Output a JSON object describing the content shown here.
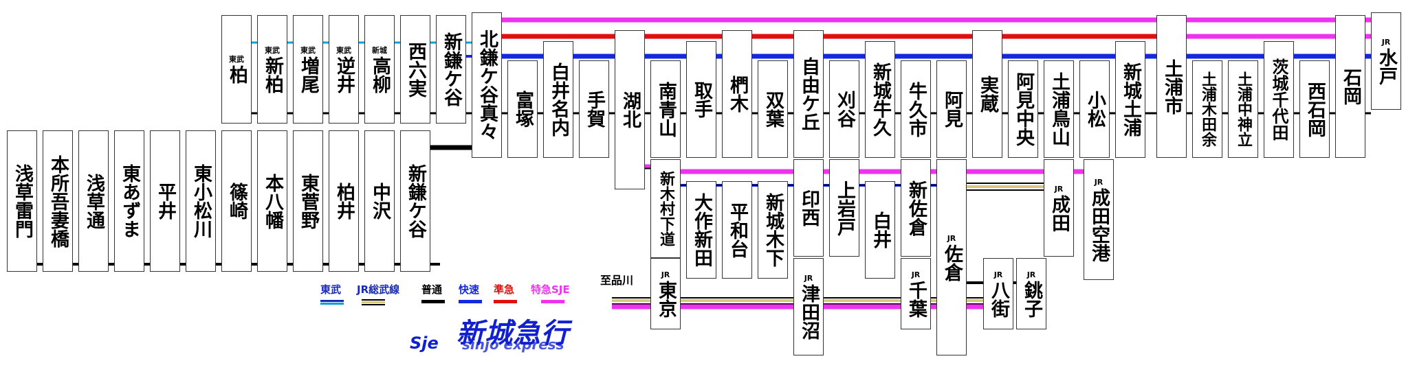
{
  "colors": {
    "tobu": "#0aa0d8",
    "jr_sobu": "#d8c878",
    "local": "#000000",
    "rapid": "#1428e0",
    "semi_express": "#e01010",
    "ltd_express": "#ee33ee"
  },
  "stations": [
    {
      "id": "kashiwa",
      "prefix": "東武",
      "name": "柏"
    },
    {
      "id": "shin-kashiwa",
      "prefix": "東武",
      "name": "新柏"
    },
    {
      "id": "masuo",
      "prefix": "東武",
      "name": "増尾"
    },
    {
      "id": "sakasai",
      "prefix": "東武",
      "name": "逆井"
    },
    {
      "id": "takayanagi",
      "prefix": "新城",
      "name": "高柳"
    },
    {
      "id": "nishi-mukuro",
      "prefix": "",
      "name": "西六実"
    },
    {
      "id": "shin-kamagaya-top",
      "prefix": "",
      "name": "新鎌ケ谷"
    },
    {
      "id": "kita-kamagaya-mama",
      "prefix": "",
      "name": "北鎌ケ谷真々"
    },
    {
      "id": "tomizuka",
      "prefix": "",
      "name": "富塚"
    },
    {
      "id": "shiroi-nanai",
      "prefix": "",
      "name": "白井名内"
    },
    {
      "id": "tega",
      "prefix": "",
      "name": "手賀"
    },
    {
      "id": "kohoku",
      "prefix": "",
      "name": "湖北"
    },
    {
      "id": "minami-aoyama",
      "prefix": "",
      "name": "南青山"
    },
    {
      "id": "toride",
      "prefix": "",
      "name": "取手"
    },
    {
      "id": "kazaki",
      "prefix": "",
      "name": "椚木"
    },
    {
      "id": "futaba",
      "prefix": "",
      "name": "双葉"
    },
    {
      "id": "jiyugaoka",
      "prefix": "",
      "name": "自由ケ丘"
    },
    {
      "id": "kariya",
      "prefix": "",
      "name": "刈谷"
    },
    {
      "id": "shinjo-ushiku",
      "prefix": "",
      "name": "新城牛久"
    },
    {
      "id": "ushikushi",
      "prefix": "",
      "name": "牛久市"
    },
    {
      "id": "ami",
      "prefix": "",
      "name": "阿見"
    },
    {
      "id": "sanekazura",
      "prefix": "",
      "name": "実蔵"
    },
    {
      "id": "ami-chuo",
      "prefix": "",
      "name": "阿見中央"
    },
    {
      "id": "tsuchiura-torishima",
      "prefix": "",
      "name": "土浦鳥山"
    },
    {
      "id": "komatsu",
      "prefix": "",
      "name": "小松"
    },
    {
      "id": "shinjo-tsuchiura",
      "prefix": "",
      "name": "新城土浦"
    },
    {
      "id": "tsuchiurashi",
      "prefix": "",
      "name": "土浦市"
    },
    {
      "id": "tsuchiura-kidayo",
      "prefix": "",
      "name": "土浦木田余"
    },
    {
      "id": "tsuchiura-nakagami",
      "prefix": "",
      "name": "土浦中神立"
    },
    {
      "id": "ibaraki-chiyoda",
      "prefix": "",
      "name": "茨城千代田"
    },
    {
      "id": "nishi-ishioka",
      "prefix": "",
      "name": "西石岡"
    },
    {
      "id": "ishioka",
      "prefix": "",
      "name": "石岡"
    },
    {
      "id": "mito",
      "prefix": "JR",
      "name": "水戸"
    },
    {
      "id": "asakusa-kaminarimon",
      "prefix": "",
      "name": "浅草雷門"
    },
    {
      "id": "honjo-azumabashi",
      "prefix": "",
      "name": "本所吾妻橋"
    },
    {
      "id": "asakusa-dori",
      "prefix": "",
      "name": "浅草通"
    },
    {
      "id": "higashi-azuma",
      "prefix": "",
      "name": "東あずま"
    },
    {
      "id": "hirai",
      "prefix": "",
      "name": "平井"
    },
    {
      "id": "higashi-komatsugawa",
      "prefix": "",
      "name": "東小松川"
    },
    {
      "id": "shinozaki",
      "prefix": "",
      "name": "篠崎"
    },
    {
      "id": "motoyawata",
      "prefix": "",
      "name": "本八幡"
    },
    {
      "id": "higashi-sugano",
      "prefix": "",
      "name": "東菅野"
    },
    {
      "id": "kashiwai",
      "prefix": "",
      "name": "柏井"
    },
    {
      "id": "nakazawa",
      "prefix": "",
      "name": "中沢"
    },
    {
      "id": "shin-kamagaya-bottom",
      "prefix": "",
      "name": "新鎌ケ谷"
    },
    {
      "id": "shin-kimura-shimomichi",
      "prefix": "",
      "name": "新木村下道"
    },
    {
      "id": "osaku-shinden",
      "prefix": "",
      "name": "大作新田"
    },
    {
      "id": "heiwadai",
      "prefix": "",
      "name": "平和台"
    },
    {
      "id": "shinjo-kinoshita",
      "prefix": "",
      "name": "新城木下"
    },
    {
      "id": "inzai",
      "prefix": "",
      "name": "印西"
    },
    {
      "id": "kamiiwato",
      "prefix": "",
      "name": "上岩戸"
    },
    {
      "id": "shiroi",
      "prefix": "",
      "name": "白井"
    },
    {
      "id": "shin-sakura",
      "prefix": "",
      "name": "新佐倉"
    },
    {
      "id": "jr-sakura",
      "prefix": "JR",
      "name": "佐倉"
    },
    {
      "id": "jr-narita",
      "prefix": "JR",
      "name": "成田"
    },
    {
      "id": "narita-airport",
      "prefix": "JR",
      "name": "成田空港"
    },
    {
      "id": "jr-tokyo",
      "prefix": "JR",
      "name": "東京"
    },
    {
      "id": "tsudanuma",
      "prefix": "JR",
      "name": "津田沼"
    },
    {
      "id": "chiba",
      "prefix": "JR",
      "name": "千葉"
    },
    {
      "id": "yachimata",
      "prefix": "JR",
      "name": "八街"
    },
    {
      "id": "choshi",
      "prefix": "JR",
      "name": "銚子"
    }
  ],
  "destination_label": "至品川",
  "legend": [
    {
      "key": "tobu",
      "label": "東武",
      "color": "#1a2ab8"
    },
    {
      "key": "jr_sobu",
      "label": "JR総武線",
      "color": "#1a2ab8"
    },
    {
      "key": "local",
      "label": "普通",
      "color": "#000000"
    },
    {
      "key": "rapid",
      "label": "快速",
      "color": "#1428e0"
    },
    {
      "key": "semi_express",
      "label": "準急",
      "color": "#e01010"
    },
    {
      "key": "ltd_express",
      "label": "特急SJE",
      "color": "#ee33ee"
    }
  ],
  "logo": {
    "mark": "Sje",
    "name_jp": "新城急行",
    "name_en": "sinjo express"
  }
}
